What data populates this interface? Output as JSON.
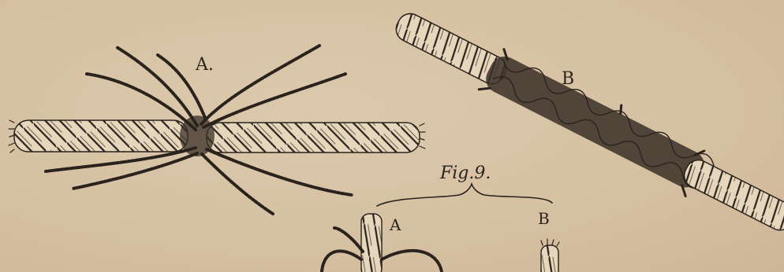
{
  "plate": {
    "label_top_a": "A.",
    "label_top_b": "B",
    "figure_caption": "Fig.9.",
    "label_fig9_a": "A",
    "label_fig9_b": "B"
  },
  "colors": {
    "paper": "#d8c4a6",
    "ink": "#2a221c"
  }
}
